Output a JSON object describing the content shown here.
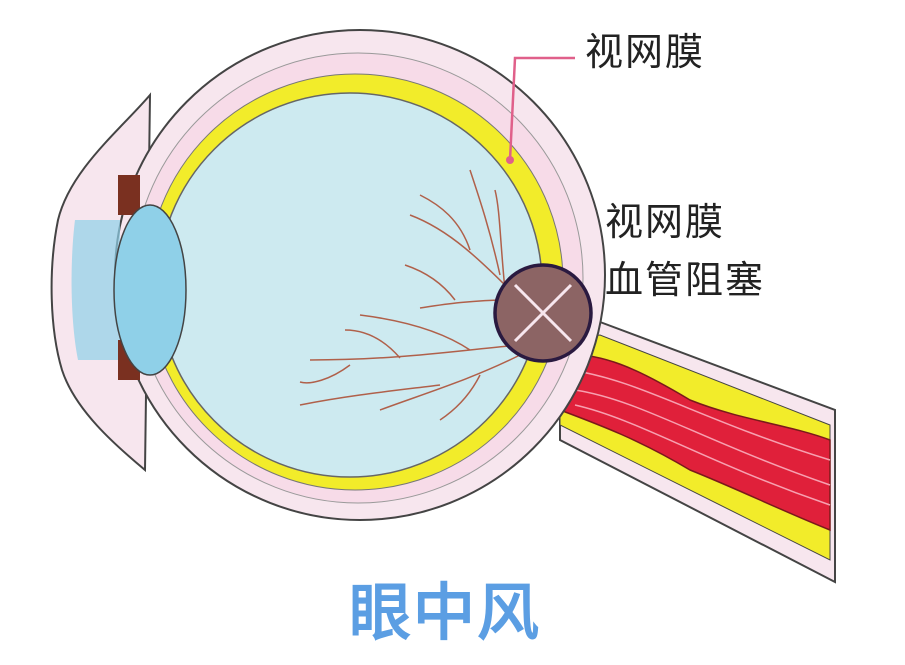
{
  "labels": {
    "retina": "视网膜",
    "occlusion_line1": "视网膜",
    "occlusion_line2": "血管阻塞"
  },
  "title": "眼中风",
  "colors": {
    "sclera": "#f7dbe8",
    "retina": "#f2ec2a",
    "vitreous": "#cdeaf0",
    "lens": "#8fd0e8",
    "blockage": "#8c6464",
    "nerve_vessel": "#e0203a",
    "title": "#5b9ee3",
    "pointer": "#e0608a"
  }
}
